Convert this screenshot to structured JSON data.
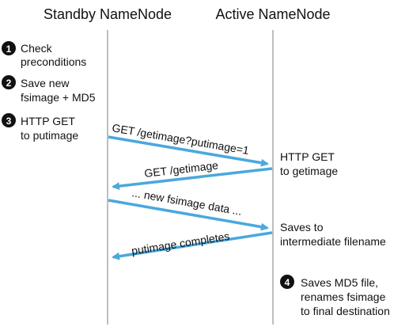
{
  "headers": {
    "standby": "Standby NameNode",
    "active": "Active NameNode"
  },
  "steps": [
    {
      "number": "1",
      "line1": "Check",
      "line2": "preconditions"
    },
    {
      "number": "2",
      "line1": "Save new",
      "line2": "fsimage + MD5"
    },
    {
      "number": "3",
      "line1": "HTTP GET",
      "line2": "to putimage"
    },
    {
      "number": "4",
      "line1": "Saves MD5 file,",
      "line2": "renames fsimage",
      "line3": "to final destination"
    }
  ],
  "messages": [
    {
      "label": "GET /getimage?putimage=1"
    },
    {
      "label": "GET /getimage"
    },
    {
      "label": "... new fsimage data ..."
    },
    {
      "label": "putimage completes"
    }
  ],
  "active_notes": [
    {
      "line1": "HTTP GET",
      "line2": "to getimage"
    },
    {
      "line1": "Saves to",
      "line2": "intermediate filename"
    }
  ],
  "colors": {
    "arrow": "#4aa8dd",
    "lifeline": "#a8a8a8",
    "badge": "#111111"
  }
}
